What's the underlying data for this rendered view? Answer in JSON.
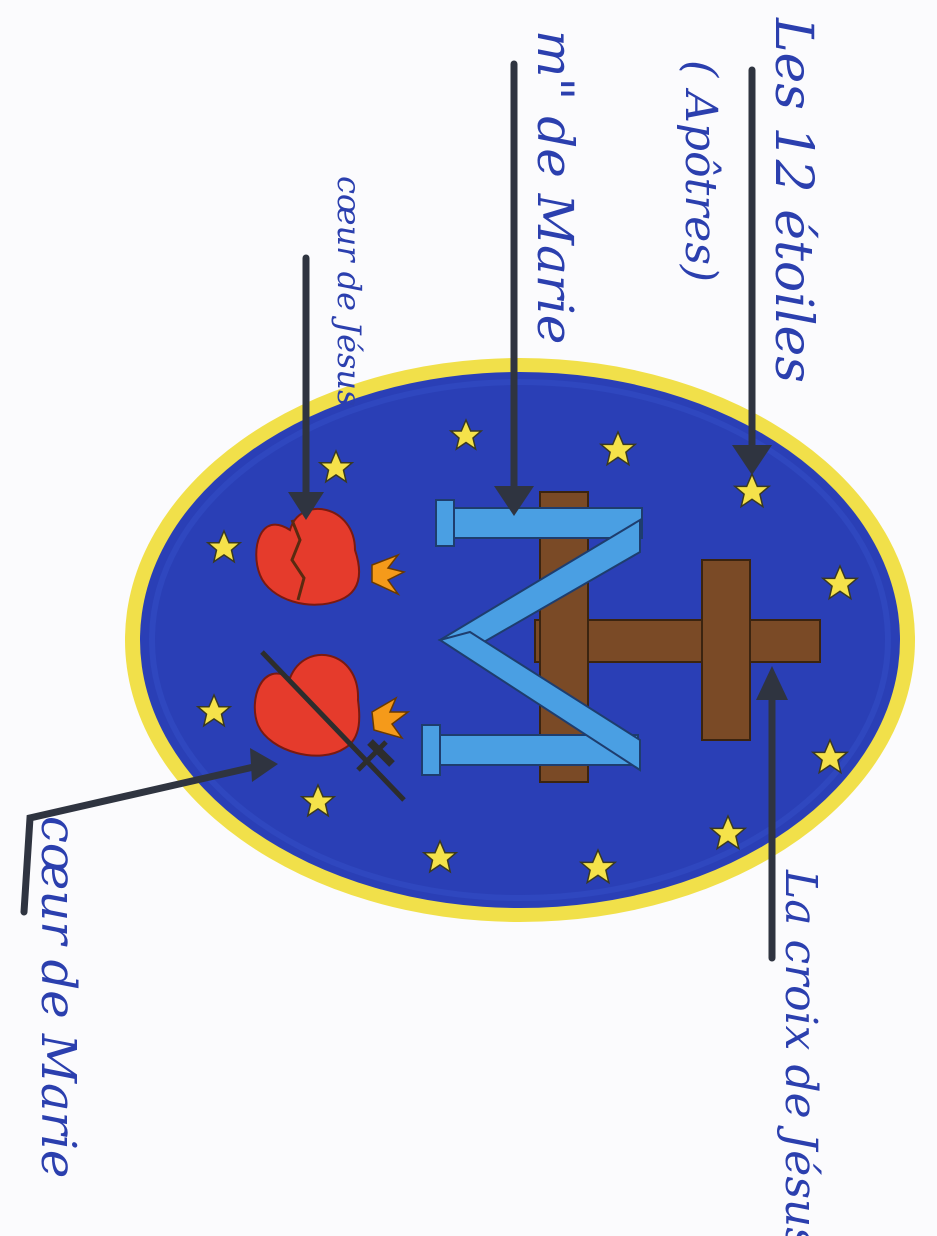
{
  "labels": {
    "stars": "Les 12 étoiles",
    "apostles": "( Apôtres)",
    "monogram": "m\" de Marie",
    "sacred_heart": "cœur de Jésus",
    "cross": "La croix de Jésus",
    "immaculate_heart": "cœur de Marie"
  },
  "colors": {
    "field": "#2a3fb6",
    "rim": "#f1e04a",
    "star": "#f5e24a",
    "monogram": "#4a9fe3",
    "cross": "#7a4a26",
    "heart": "#e53b2c",
    "flame": "#f59a1a",
    "ink_blue": "#2b3fae",
    "arrow": "#2f3440"
  },
  "icons": [
    "star-icon",
    "heart-icon",
    "flame-icon",
    "sword-icon",
    "cross-icon"
  ]
}
